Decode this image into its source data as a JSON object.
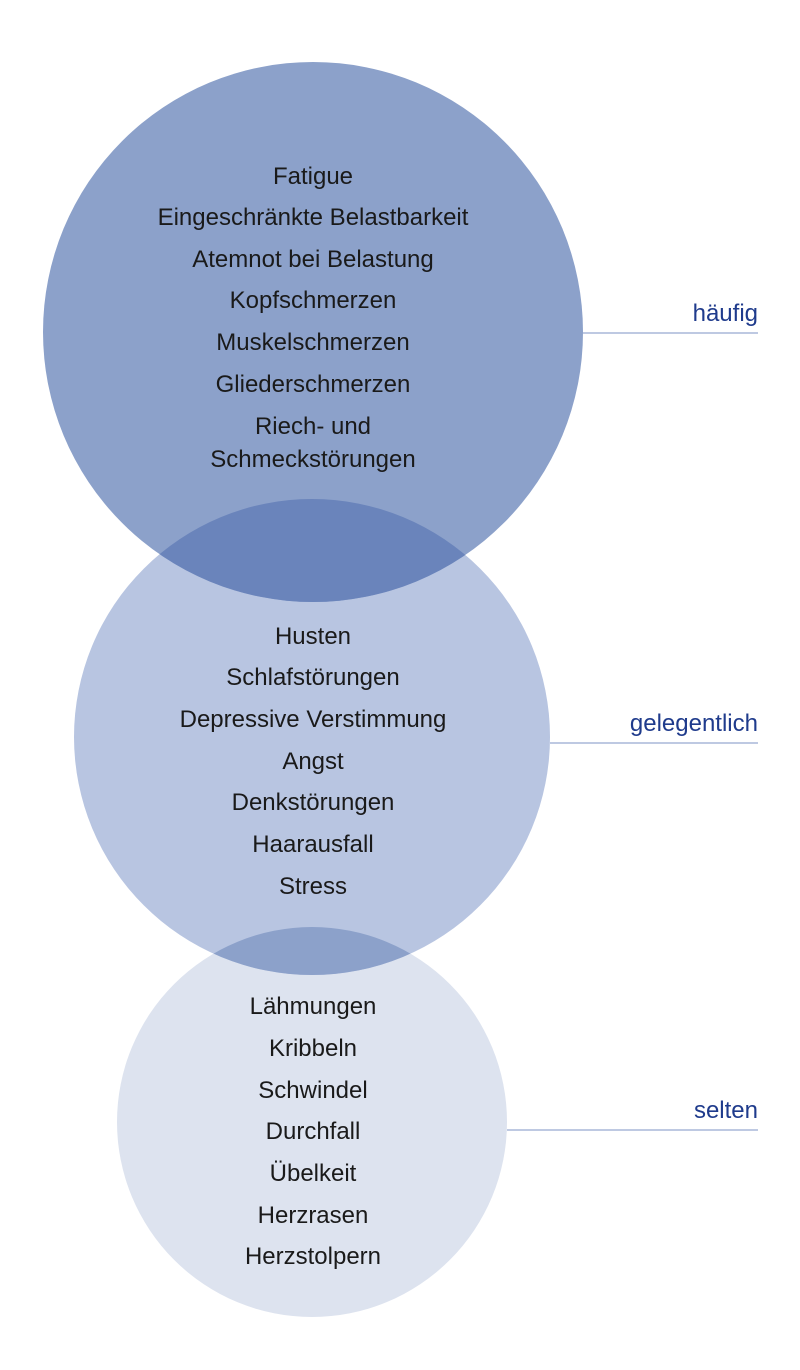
{
  "colors": {
    "circle_haeufig": "#8ca1ca",
    "circle_gelegentlich": "#b8c5e1",
    "circle_selten": "#dde3ef",
    "overlap": "#6a84bb",
    "label": "#1f3b8c",
    "connector_line": "#7c93c4",
    "text": "#1a1a1a"
  },
  "groups": [
    {
      "id": "haeufig",
      "label": "häufig",
      "items": [
        "Fatigue",
        "Eingeschränkte Belastbarkeit",
        "Atemnot bei Belastung",
        "Kopfschmerzen",
        "Muskelschmerzen",
        "Gliederschmerzen",
        "Riech- und",
        "Schmeckstörungen"
      ]
    },
    {
      "id": "gelegentlich",
      "label": "gelegentlich",
      "items": [
        "Husten",
        "Schlafstörungen",
        "Depressive Verstimmung",
        "Angst",
        "Denkstörungen",
        "Haarausfall",
        "Stress"
      ]
    },
    {
      "id": "selten",
      "label": "selten",
      "items": [
        "Lähmungen",
        "Kribbeln",
        "Schwindel",
        "Durchfall",
        "Übelkeit",
        "Herzrasen",
        "Herzstolpern"
      ]
    }
  ]
}
